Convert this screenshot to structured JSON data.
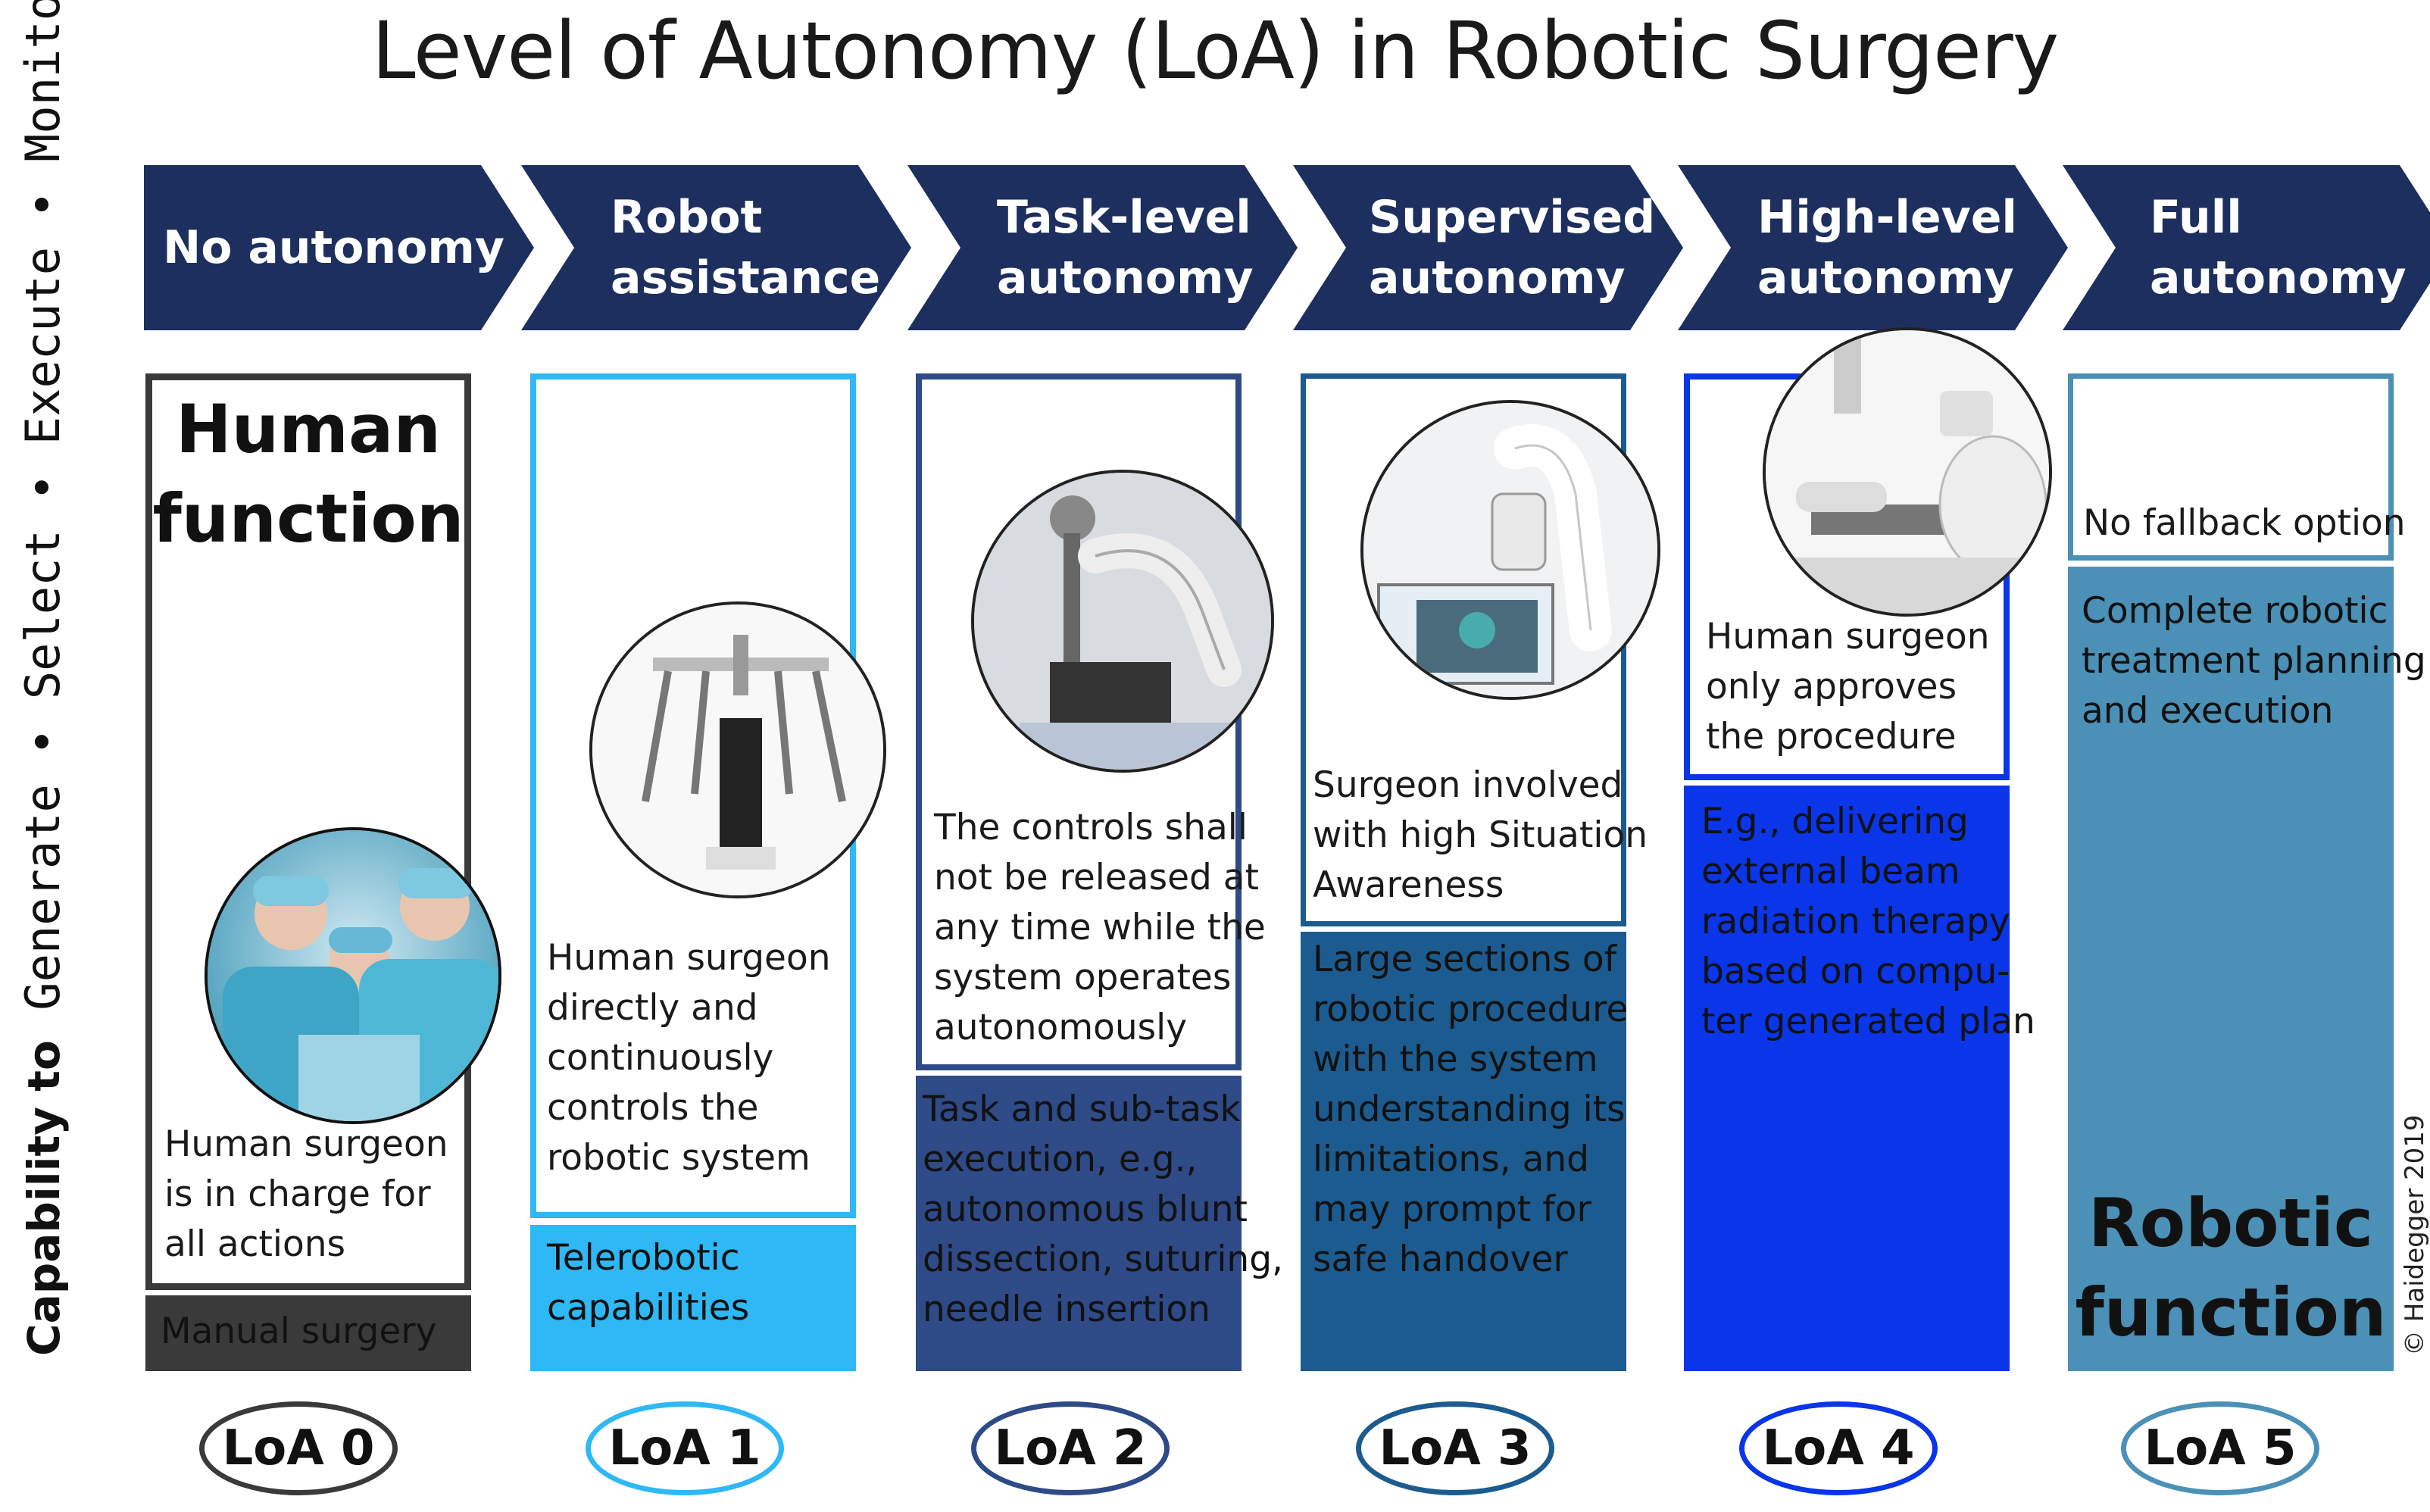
{
  "title": "Level of Autonomy (LoA) in Robotic Surgery",
  "axis": {
    "capability_to": "Capability to",
    "steps": "Generate • Select • Execute • Monitor"
  },
  "copyright": "© Haidegger 2019",
  "colors": {
    "header": "#1c2f5e",
    "loa0": "#3a3a3a",
    "loa1": "#2eb8f5",
    "loa2": "#2e4a87",
    "loa3": "#1c5b8f",
    "loa4": "#0a35e8",
    "loa5": "#4b90b6"
  },
  "levels": [
    {
      "header": "No autonomy",
      "top_big": "Human\nfunction",
      "top_text": "Human surgeon\nis in charge for\nall actions",
      "bottom_text": "Manual surgery",
      "badge": "LoA 0",
      "image_icon": "surgeons-operating-photo"
    },
    {
      "header": "Robot\nassistance",
      "top_text": "Human surgeon\ndirectly and\ncontinuously\ncontrols the\nrobotic system",
      "bottom_text": "Telerobotic\ncapabilities",
      "badge": "LoA 1",
      "image_icon": "multi-arm-surgical-robot-photo"
    },
    {
      "header": "Task-level\nautonomy",
      "top_text": "The controls shall\nnot be released at\nany time while the\nsystem operates\nautonomously",
      "bottom_text": "Task and sub-task\nexecution, e.g.,\nautonomous blunt\ndissection, suturing,\nneedle insertion",
      "badge": "LoA 2",
      "image_icon": "robot-arm-lab-photo"
    },
    {
      "header": "Supervised\nautonomy",
      "top_text": "Surgeon involved\nwith high Situation\nAwareness",
      "bottom_text": "Large sections of\nrobotic procedure\nwith the system\nunderstanding its\nlimitations, and\nmay prompt for\nsafe handover",
      "badge": "LoA 3",
      "image_icon": "white-robot-arm-with-monitor-photo"
    },
    {
      "header": "High-level\nautonomy",
      "top_text": "Human surgeon\nonly approves\nthe procedure",
      "bottom_text": "E.g., delivering\nexternal beam\nradiation therapy\nbased on compu-\nter generated plan",
      "badge": "LoA 4",
      "image_icon": "radiotherapy-robot-photo"
    },
    {
      "header": "Full\nautonomy",
      "top_text": "No fallback option",
      "bottom_text": "Complete robotic\ntreatment planning\nand execution",
      "bottom_big": "Robotic\nfunction",
      "badge": "LoA 5"
    }
  ]
}
